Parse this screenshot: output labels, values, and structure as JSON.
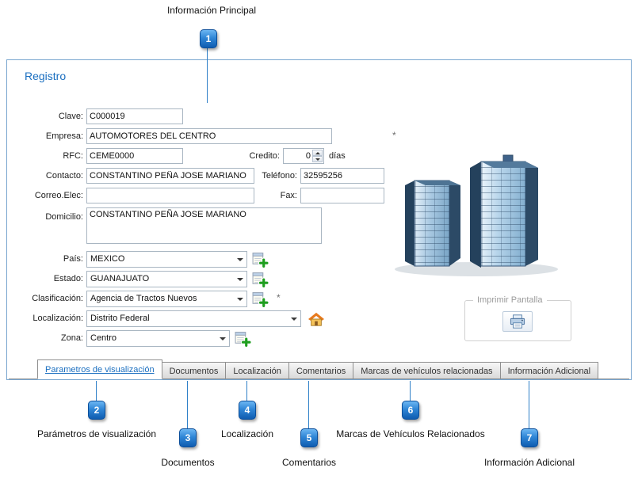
{
  "callouts": [
    {
      "num": "1",
      "label": "Información Principal"
    },
    {
      "num": "2",
      "label": "Parámetros de visualización"
    },
    {
      "num": "3",
      "label": "Documentos"
    },
    {
      "num": "4",
      "label": "Localización"
    },
    {
      "num": "5",
      "label": "Comentarios"
    },
    {
      "num": "6",
      "label": "Marcas de Vehículos Relacionados"
    },
    {
      "num": "7",
      "label": "Información Adicional"
    }
  ],
  "form": {
    "title": "Registro",
    "fields": {
      "clave": {
        "label": "Clave:",
        "value": "C000019"
      },
      "empresa": {
        "label": "Empresa:",
        "value": "AUTOMOTORES DEL CENTRO",
        "required_mark": "*"
      },
      "rfc": {
        "label": "RFC:",
        "value": "CEME0000"
      },
      "credito": {
        "label": "Credito:",
        "value": "0",
        "suffix": "días"
      },
      "contacto": {
        "label": "Contacto:",
        "value": "CONSTANTINO PEÑA JOSE MARIANO"
      },
      "telefono": {
        "label": "Teléfono:",
        "value": "32595256"
      },
      "correo": {
        "label": "Correo.Elec:",
        "value": ""
      },
      "fax": {
        "label": "Fax:",
        "value": ""
      },
      "domicilio": {
        "label": "Domicilio:",
        "value": "CONSTANTINO PEÑA JOSE MARIANO"
      },
      "pais": {
        "label": "País:",
        "value": "MEXICO"
      },
      "estado": {
        "label": "Estado:",
        "value": "GUANAJUATO"
      },
      "clasificacion": {
        "label": "Clasificación:",
        "value": "Agencia de Tractos Nuevos",
        "required_mark": "*"
      },
      "localizacion": {
        "label": "Localización:",
        "value": "Distrito Federal"
      },
      "zona": {
        "label": "Zona:",
        "value": "Centro"
      }
    },
    "print_group": {
      "title": "Imprimir Pantalla"
    },
    "tabs": [
      {
        "label": "Parametros de visualización",
        "selected": true
      },
      {
        "label": "Documentos",
        "selected": false
      },
      {
        "label": "Localización",
        "selected": false
      },
      {
        "label": "Comentarios",
        "selected": false
      },
      {
        "label": "Marcas de vehículos relacionadas",
        "selected": false
      },
      {
        "label": "Información Adicional",
        "selected": false
      }
    ]
  },
  "colors": {
    "accent_blue": "#1b6fc0",
    "callout_blue": "#1e78cf",
    "panel_border": "#79a6cf"
  }
}
